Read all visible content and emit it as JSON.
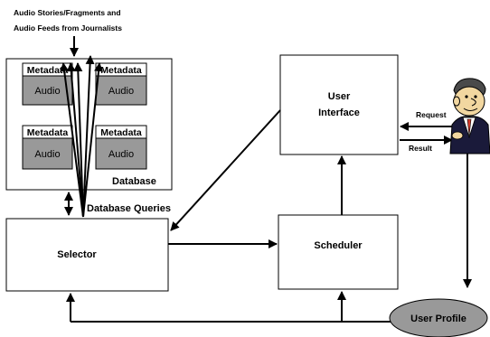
{
  "source_label": {
    "line1": "Audio Stories/Fragments and",
    "line2": "Audio Feeds from Journalists"
  },
  "database": {
    "label": "Database",
    "records": [
      {
        "meta": "Metadata",
        "audio": "Audio"
      },
      {
        "meta": "Metadata",
        "audio": "Audio"
      },
      {
        "meta": "Metadata",
        "audio": "Audio"
      },
      {
        "meta": "Metadata",
        "audio": "Audio"
      }
    ]
  },
  "edges": {
    "database_queries": "Database Queries",
    "request": "Request",
    "result": "Result"
  },
  "nodes": {
    "user_interface_line1": "User",
    "user_interface_line2": "Interface",
    "selector": "Selector",
    "scheduler": "Scheduler",
    "user_profile": "User Profile"
  },
  "colors": {
    "record_fill": "#999999",
    "profile_fill": "#999999",
    "stroke": "#000000"
  }
}
